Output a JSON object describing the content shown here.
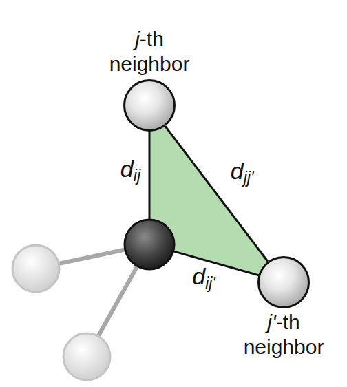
{
  "diagram": {
    "nodes": [
      {
        "text": [
          "j-th neighbor"
        ]
      },
      {
        "text": [
          "j'-th neighbor"
        ]
      }
    ],
    "edges": [
      {
        "from": 0,
        "to": 1,
        "arrow": "none",
        "label": "djj'"
      }
    ],
    "labels": [
      "dij",
      "dij'"
    ]
  }
}
